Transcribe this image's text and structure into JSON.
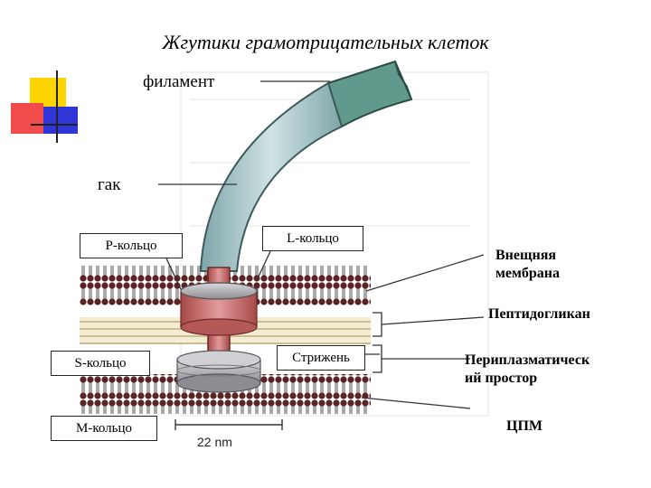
{
  "title": "Жгутики грамотрицательных клеток",
  "labels": {
    "filament": "филамент",
    "hook": "гак",
    "p_ring": "P-кольцо",
    "l_ring": "L-кольцо",
    "s_ring": "S-кольцо",
    "rod": "Стрижень",
    "m_ring": "M-кольцо",
    "outer_membrane": "Внещняя мембрана",
    "peptidoglycan": "Пептидогликан",
    "periplasmic": "Периплазматическ ий простор",
    "cpm": "ЦПМ",
    "scale": "22 nm"
  },
  "colors": {
    "filament": "#5f9a8c",
    "hook": "#a7c6c9",
    "ring_gray": "#a9a9ad",
    "ring_red": "#c46a6a",
    "lipid_head": "#5c2323",
    "deco_yellow": "#ffd400",
    "deco_red": "#f24b4b",
    "deco_blue": "#3035d8"
  }
}
